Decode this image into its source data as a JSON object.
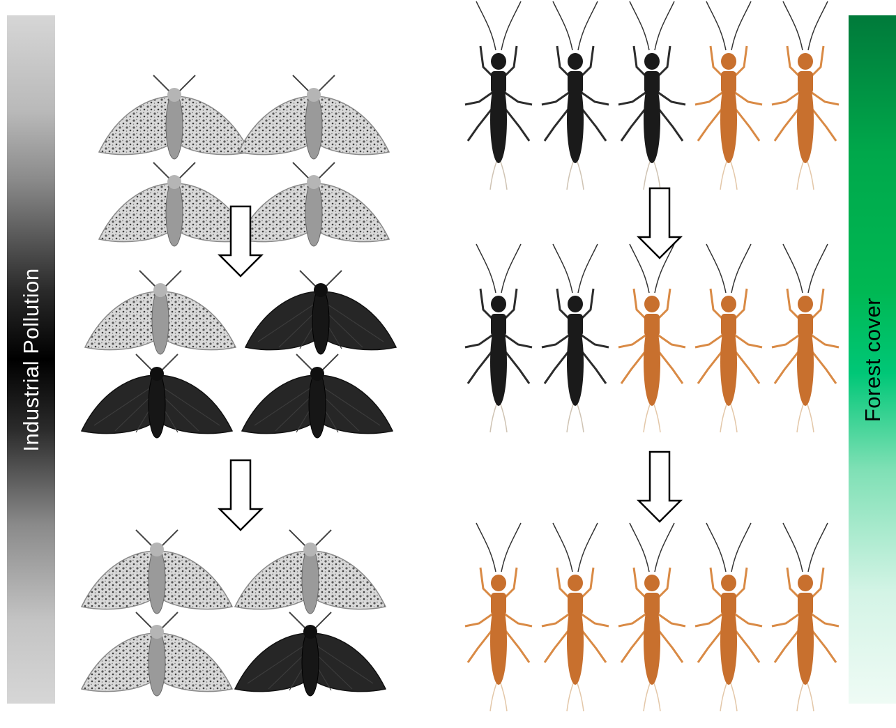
{
  "left_bar": {
    "label": "Industrial Pollution",
    "gradient": [
      "#d6d6d6",
      "#000000",
      "#d6d6d6"
    ]
  },
  "right_bar": {
    "label": "Forest cover",
    "gradient": [
      "#007a3a",
      "#00b853",
      "#effbf5"
    ]
  },
  "colors": {
    "moth_light": "#cfcfcf",
    "moth_dark": "#262626",
    "insect_dark": "#1a1a1a",
    "insect_orange": "#c8702e"
  },
  "moth_generations": [
    {
      "moths": [
        "light",
        "light",
        "light",
        "light"
      ]
    },
    {
      "moths": [
        "light",
        "dark",
        "dark",
        "dark"
      ]
    },
    {
      "moths": [
        "light",
        "light",
        "light",
        "dark"
      ]
    }
  ],
  "insect_generations": [
    {
      "insects": [
        "dark",
        "dark",
        "dark",
        "orange",
        "orange"
      ]
    },
    {
      "insects": [
        "dark",
        "dark",
        "orange",
        "orange",
        "orange"
      ]
    },
    {
      "insects": [
        "orange",
        "orange",
        "orange",
        "orange",
        "orange"
      ]
    }
  ],
  "arrows": {
    "moths": [
      "down-arrow",
      "down-arrow"
    ],
    "insects": [
      "down-arrow",
      "down-arrow"
    ]
  }
}
